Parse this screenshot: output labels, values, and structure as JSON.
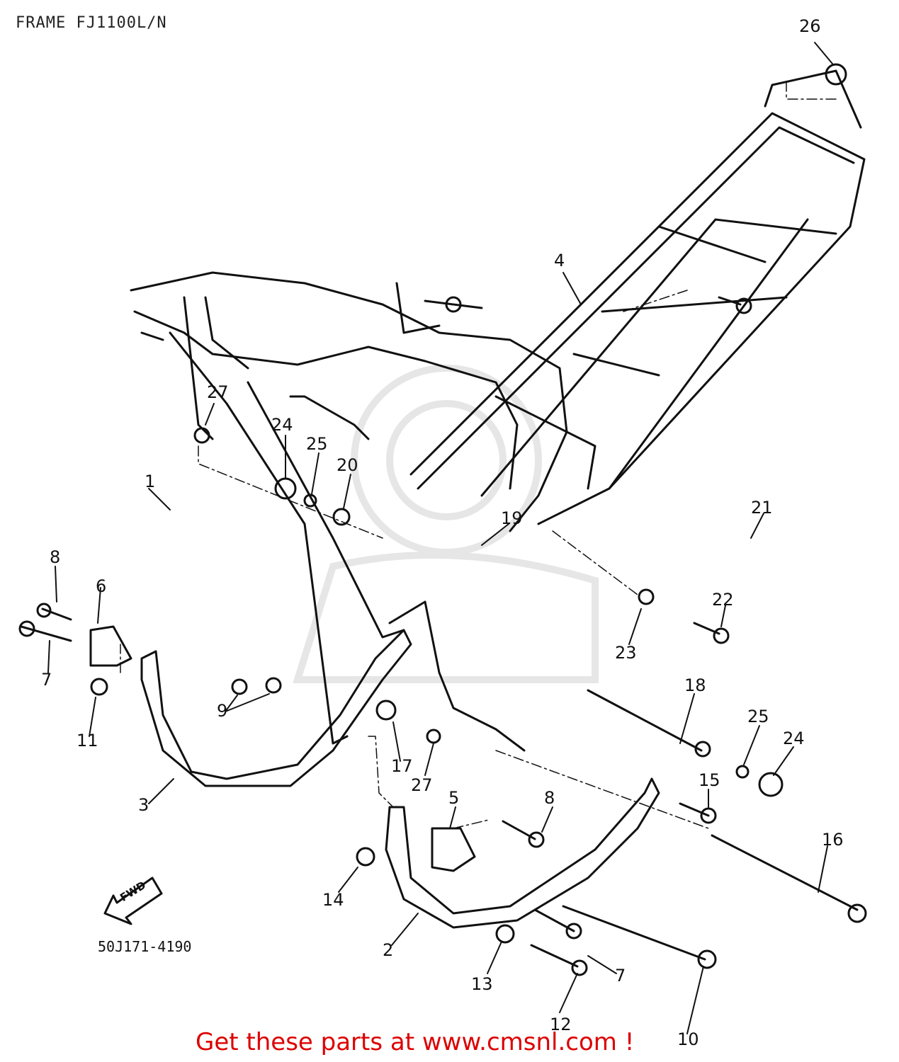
{
  "title": "FRAME  FJ1100L/N",
  "diagram_code": "50J171-4190",
  "fwd_label": "FWD",
  "footer": "Get these parts at www.cmsnl.com !",
  "colors": {
    "line": "#111111",
    "footer": "#dd0000",
    "watermark": "#e6e6e6"
  },
  "callouts": [
    "26",
    "4",
    "27",
    "24",
    "25",
    "20",
    "19",
    "1",
    "8",
    "6",
    "7",
    "11",
    "9",
    "3",
    "21",
    "22",
    "23",
    "18",
    "17",
    "27",
    "25",
    "24",
    "15",
    "5",
    "8",
    "14",
    "16",
    "2",
    "13",
    "7",
    "12",
    "10"
  ]
}
